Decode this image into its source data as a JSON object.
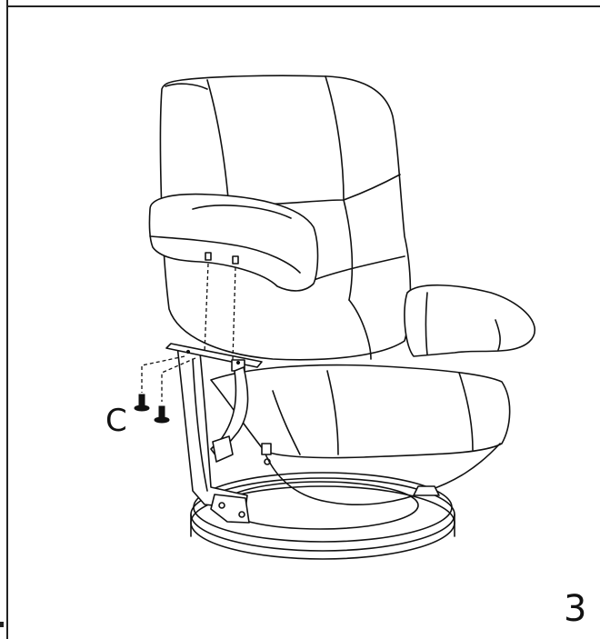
{
  "diagram": {
    "part_label": "C",
    "step_number": "3"
  },
  "colors": {
    "line": "#111111",
    "background": "#ffffff"
  },
  "icons": [
    "recliner-chair-illustration",
    "screw-icon"
  ]
}
